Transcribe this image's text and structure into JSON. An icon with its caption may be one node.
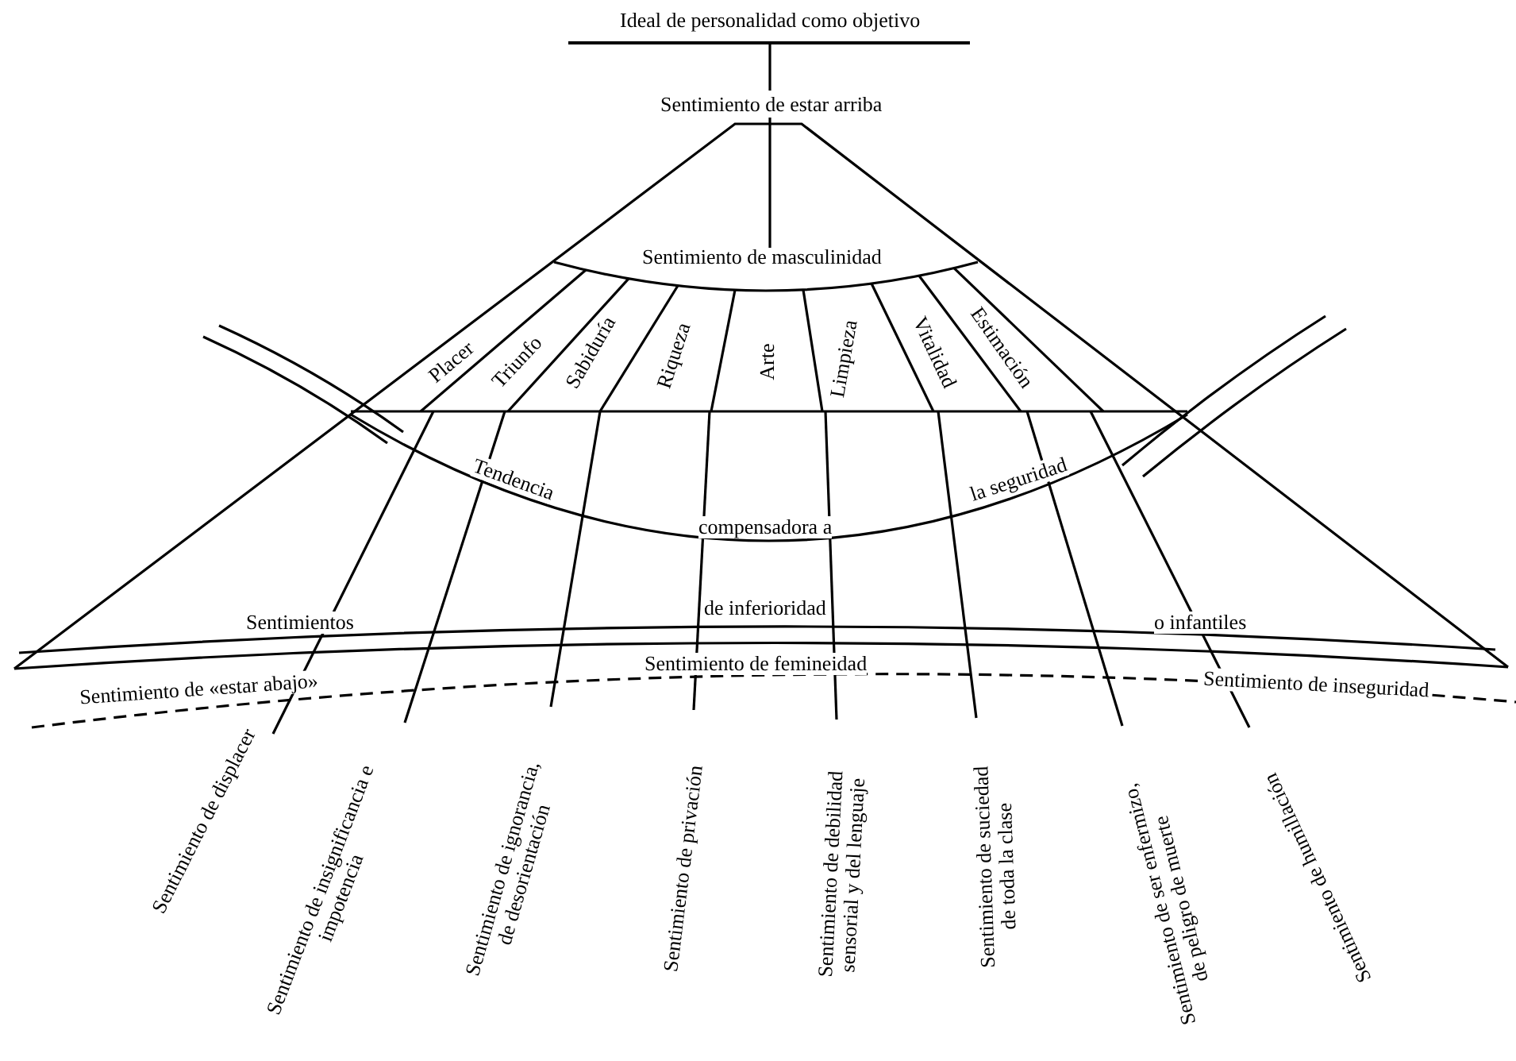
{
  "diagram": {
    "labels": [
      "Ideal de personalidad como objetivo",
      "Sentimiento de estar arriba",
      "Sentimiento de masculinidad",
      "Placer",
      "Triunfo",
      "Sabiduría",
      "Riqueza",
      "Arte",
      "Limpieza",
      "Vitalidad",
      "Estimación",
      "Tendencia",
      "compensadora a",
      "la seguridad",
      "Sentimientos",
      "de inferioridad",
      "o infantiles",
      "Sentimiento de femineidad",
      "Sentimiento de «estar abajo»",
      "Sentimiento de inseguridad",
      "Sentimiento de displacer",
      "Sentimiento de insignificancia e impotencia",
      "Sentimiento de ignorancia, de desorientación",
      "Sentimiento de privación",
      "Sentimiento de debilidad sensorial y del lenguaje",
      "Sentimiento de suciedad de toda la clase",
      "Sentimiento de ser enfermizo, de peligro de muerte",
      "Sentimiento de humillación"
    ]
  }
}
